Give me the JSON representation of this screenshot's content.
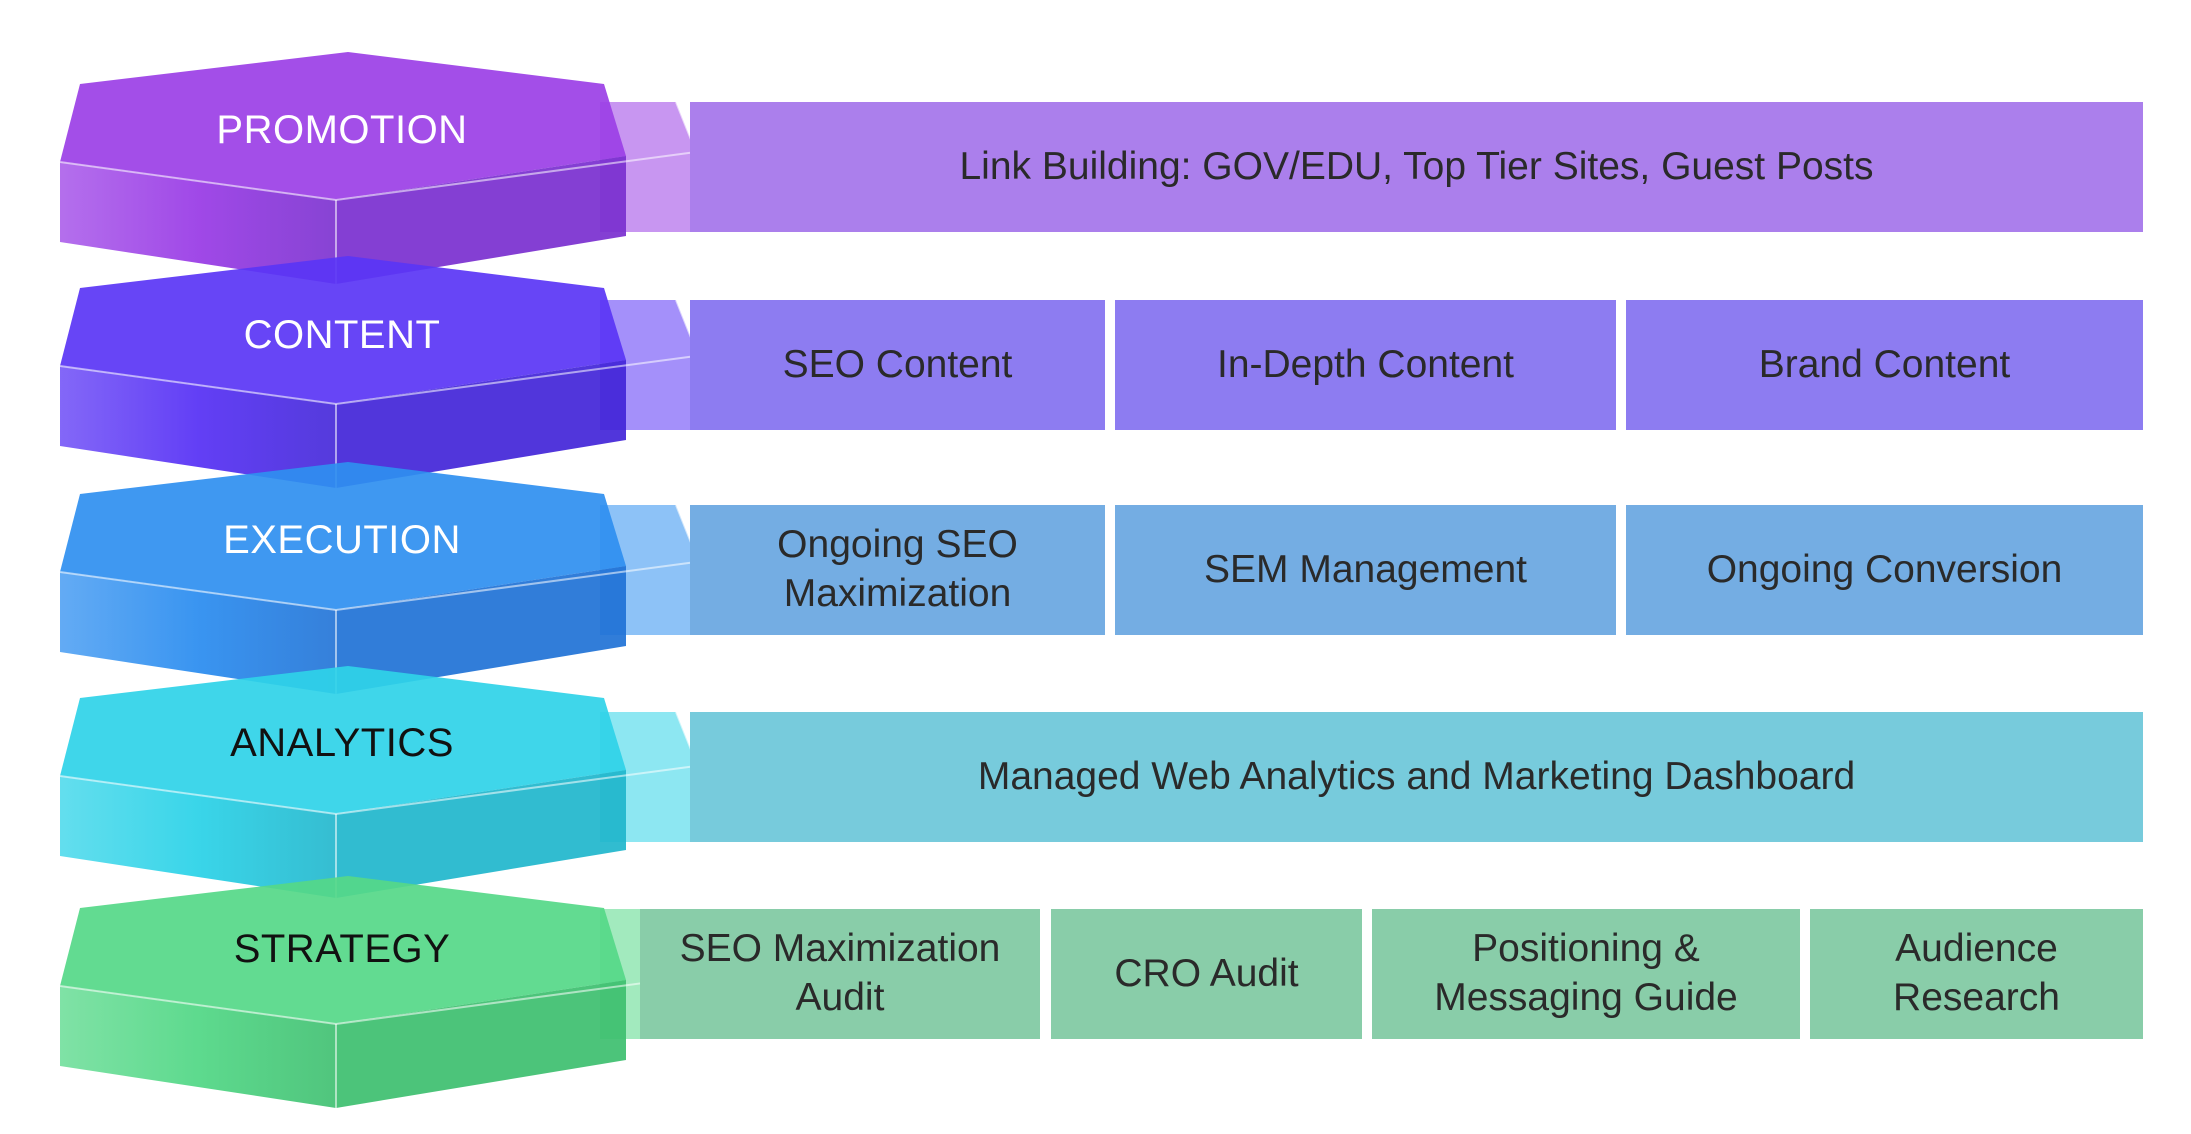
{
  "layers": [
    {
      "id": "promotion",
      "label": "PROMOTION",
      "label_color": "#ffffff",
      "hex_color": "#9b3fe6",
      "hex_dark": "#7a2fcf",
      "items": [
        "Link Building: GOV/EDU, Top Tier Sites, Guest Posts"
      ]
    },
    {
      "id": "content",
      "label": "CONTENT",
      "label_color": "#ffffff",
      "hex_color": "#5a35f5",
      "hex_dark": "#4225d8",
      "items": [
        "SEO Content",
        "In-Depth Content",
        "Brand Content"
      ]
    },
    {
      "id": "execution",
      "label": "EXECUTION",
      "label_color": "#ffffff",
      "hex_color": "#2f8ff0",
      "hex_dark": "#1f72d6",
      "items": [
        "Ongoing SEO\nMaximization",
        "SEM Management",
        "Ongoing Conversion"
      ]
    },
    {
      "id": "analytics",
      "label": "ANALYTICS",
      "label_color": "#111111",
      "hex_color": "#2fd3e8",
      "hex_dark": "#1fb6cc",
      "items": [
        "Managed Web Analytics and Marketing Dashboard"
      ]
    },
    {
      "id": "strategy",
      "label": "STRATEGY",
      "label_color": "#111111",
      "hex_color": "#55d888",
      "hex_dark": "#3dbf6f",
      "items": [
        "SEO Maximization\nAudit",
        "CRO Audit",
        "Positioning &\nMessaging Guide",
        "Audience\nResearch"
      ]
    }
  ]
}
